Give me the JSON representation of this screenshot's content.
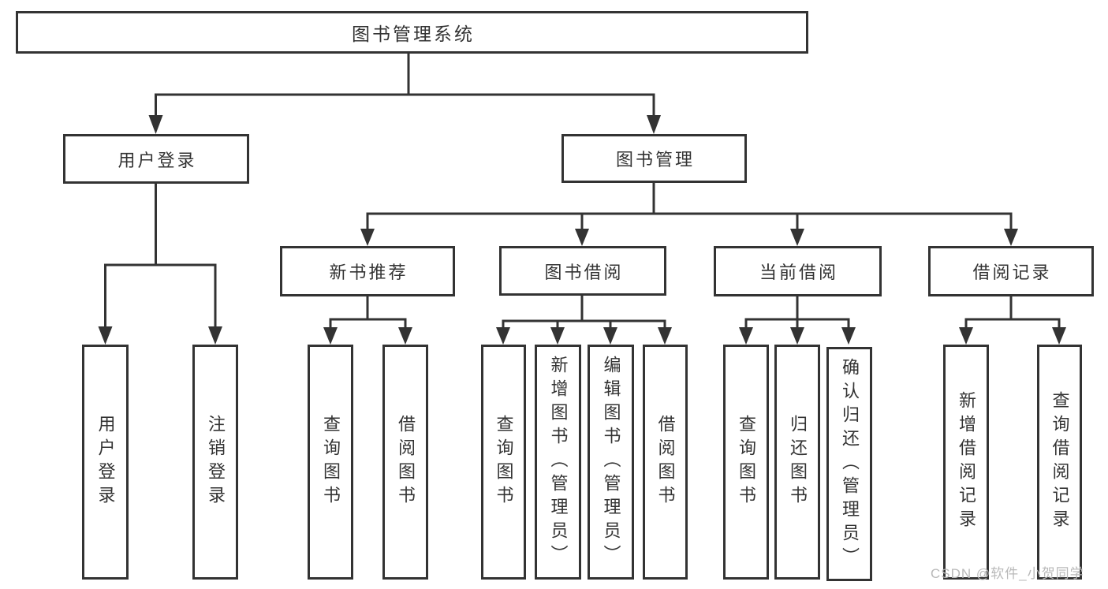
{
  "diagram": {
    "tree": {
      "label": "图书管理系统",
      "children": [
        {
          "label": "用户登录",
          "children": [
            {
              "label": "用户登录"
            },
            {
              "label": "注销登录"
            }
          ]
        },
        {
          "label": "图书管理",
          "children": [
            {
              "label": "新书推荐",
              "children": [
                {
                  "label": "查询图书"
                },
                {
                  "label": "借阅图书"
                }
              ]
            },
            {
              "label": "图书借阅",
              "children": [
                {
                  "label": "查询图书"
                },
                {
                  "label": "新增图书（管理员）"
                },
                {
                  "label": "编辑图书（管理员）"
                },
                {
                  "label": "借阅图书"
                }
              ]
            },
            {
              "label": "当前借阅",
              "children": [
                {
                  "label": "查询图书"
                },
                {
                  "label": "归还图书"
                },
                {
                  "label": "确认归还（管理员）"
                }
              ]
            },
            {
              "label": "借阅记录",
              "children": [
                {
                  "label": "新增借阅记录"
                },
                {
                  "label": "查询借阅记录"
                }
              ]
            }
          ]
        }
      ]
    },
    "colors": {
      "line": "#333333",
      "text": "#333333",
      "background": "#ffffff"
    }
  },
  "watermark": {
    "text": "CSDN @软件_小贺同学",
    "color": "#b9b9b9"
  }
}
